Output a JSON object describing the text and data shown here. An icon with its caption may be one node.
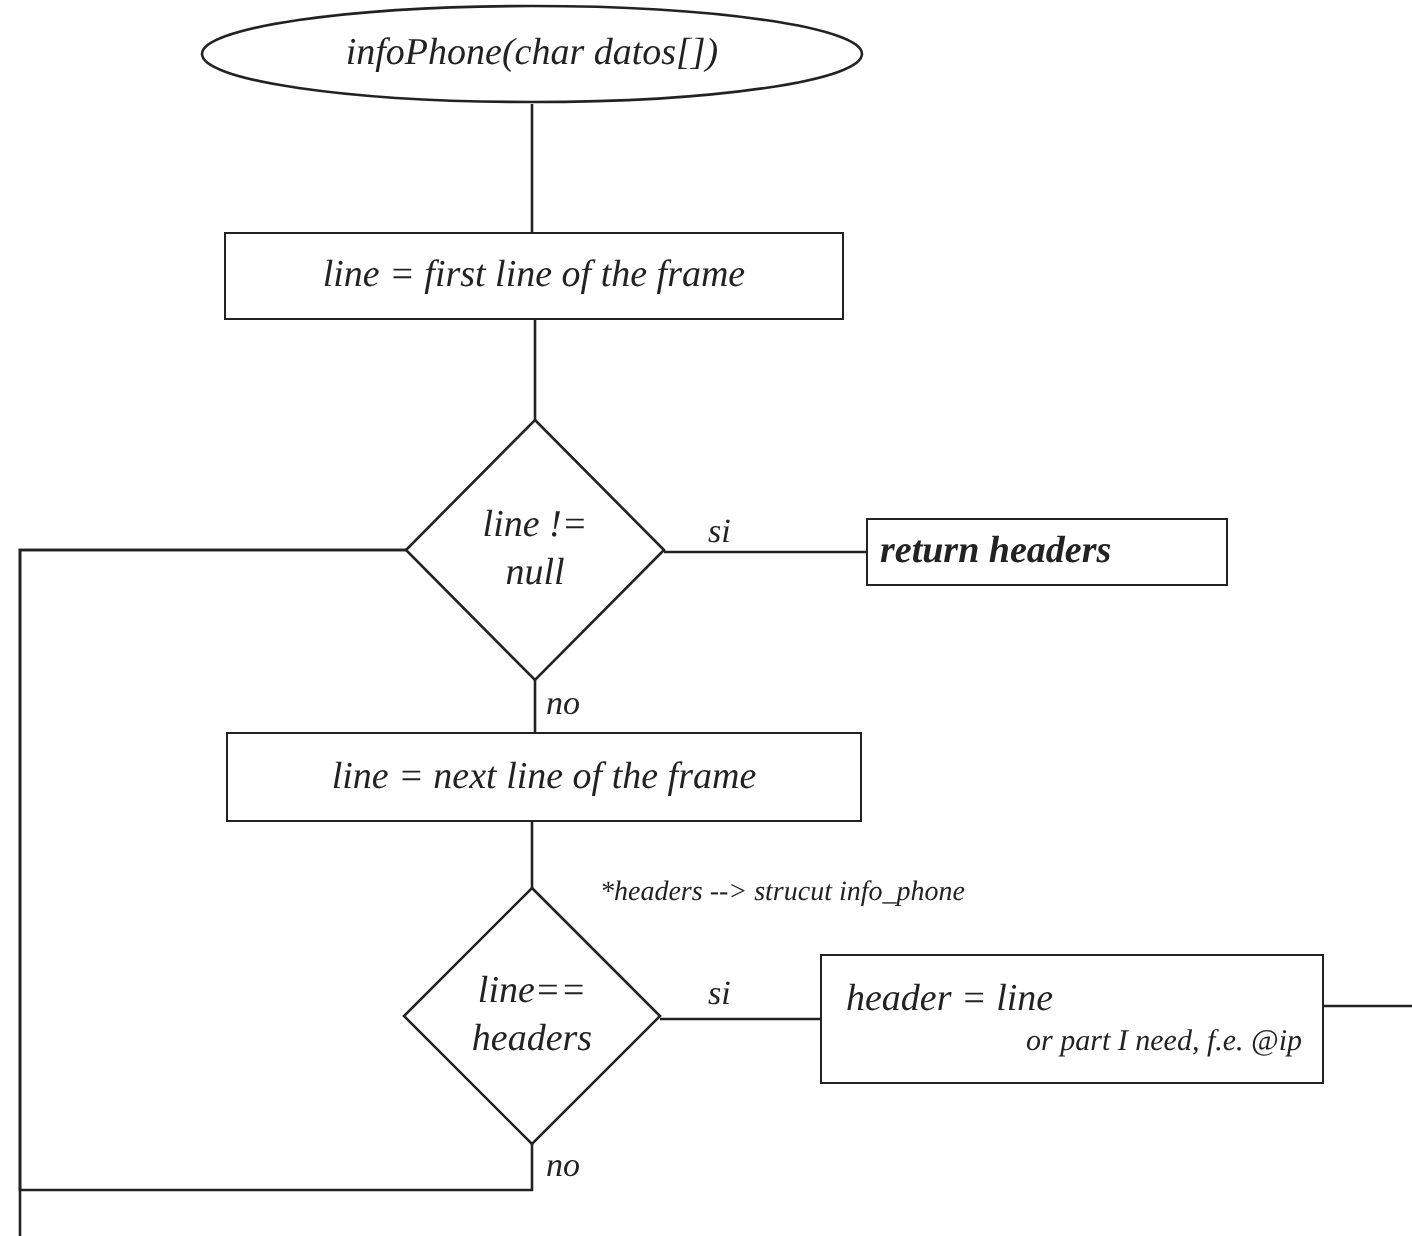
{
  "diagram": {
    "nodes": [
      {
        "text": [
          "infoPhone(char datos[])"
        ]
      },
      {
        "text": [
          "line = first line of the frame"
        ]
      },
      {
        "text": [
          "line != null"
        ]
      },
      {
        "text": [
          "return headers"
        ]
      },
      {
        "text": [
          "line = next line of the frame"
        ]
      },
      {
        "text": [
          "line== headers"
        ]
      },
      {
        "text": [
          "header = line",
          "or part I need, f.e. @ip"
        ]
      }
    ],
    "edges": [
      {
        "from": 0,
        "to": 1,
        "arrow": "none"
      },
      {
        "from": 1,
        "to": 2,
        "arrow": "none"
      },
      {
        "from": 2,
        "to": 3,
        "arrow": "none",
        "label": "si"
      },
      {
        "from": 2,
        "to": 4,
        "arrow": "none",
        "label": "no"
      },
      {
        "from": 4,
        "to": 5,
        "arrow": "none"
      },
      {
        "from": 5,
        "to": 6,
        "arrow": "none",
        "label": "si"
      },
      {
        "from": 6,
        "to": null,
        "arrow": "none"
      },
      {
        "from": 5,
        "to": 2,
        "arrow": "none",
        "label": "no"
      },
      {
        "from": null,
        "to": 2,
        "arrow": "none"
      }
    ],
    "labels": [
      "*headers --> strucut info_phone"
    ]
  }
}
